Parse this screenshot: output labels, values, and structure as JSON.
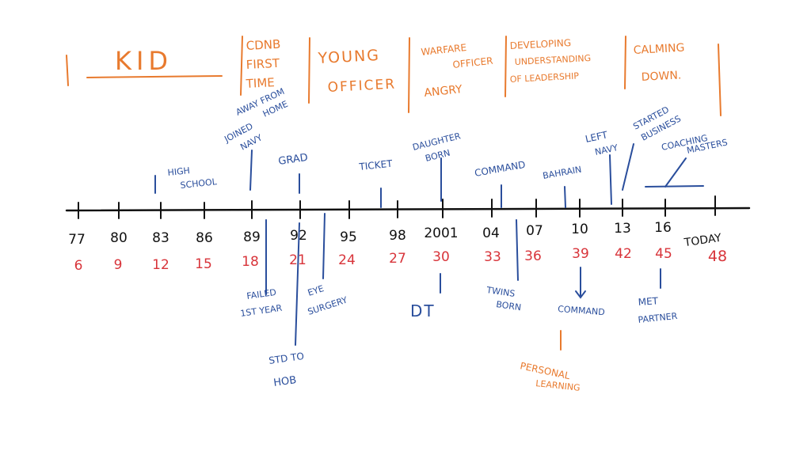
{
  "colors": {
    "axis": "#111111",
    "phase": "#E87A2E",
    "event": "#2A4E9C",
    "age": "#D8343A"
  },
  "phases": {
    "kid": "KID",
    "cdnb": [
      "CDNB",
      "FIRST",
      "TIME",
      "AWAY FROM",
      "HOME"
    ],
    "young_officer": [
      "YOUNG",
      "OFFICER"
    ],
    "warfare_officer": [
      "WARFARE",
      "OFFICER",
      "ANGRY"
    ],
    "developing_leadership": [
      "DEVELOPING",
      "UNDERSTANDING",
      "OF LEADERSHIP"
    ],
    "calming_down": [
      "CALMING",
      "DOWN."
    ]
  },
  "years": [
    "77",
    "80",
    "83",
    "86",
    "89",
    "92",
    "95",
    "98",
    "2001",
    "04",
    "07",
    "10",
    "13",
    "16",
    "TODAY"
  ],
  "ages": [
    "6",
    "9",
    "12",
    "15",
    "18",
    "21",
    "24",
    "27",
    "30",
    "33",
    "36",
    "39",
    "42",
    "45",
    "48"
  ],
  "events_above": {
    "high_school": [
      "HIGH",
      "SCHOOL"
    ],
    "joined_navy": [
      "JOINED",
      "NAVY"
    ],
    "grad": "GRAD",
    "ticket": "TICKET",
    "daughter_born": [
      "DAUGHTER",
      "BORN"
    ],
    "command": "COMMAND",
    "bahrain": "BAHRAIN",
    "left_navy": [
      "LEFT",
      "NAVY"
    ],
    "started_business": [
      "STARTED",
      "BUSINESS"
    ],
    "coaching_masters": [
      "COACHING",
      "MASTERS"
    ]
  },
  "events_below": {
    "failed_first_year": [
      "FAILED",
      "1ST YEAR"
    ],
    "std_to_hob": [
      "STD TO",
      "HOB"
    ],
    "eye_surgery": [
      "EYE",
      "SURGERY"
    ],
    "dt": "DT",
    "twins_born": [
      "TWINS",
      "BORN"
    ],
    "command": "COMMAND",
    "personal_learning": [
      "PERSONAL",
      "LEARNING"
    ],
    "met_partner": [
      "MET",
      "PARTNER"
    ]
  }
}
